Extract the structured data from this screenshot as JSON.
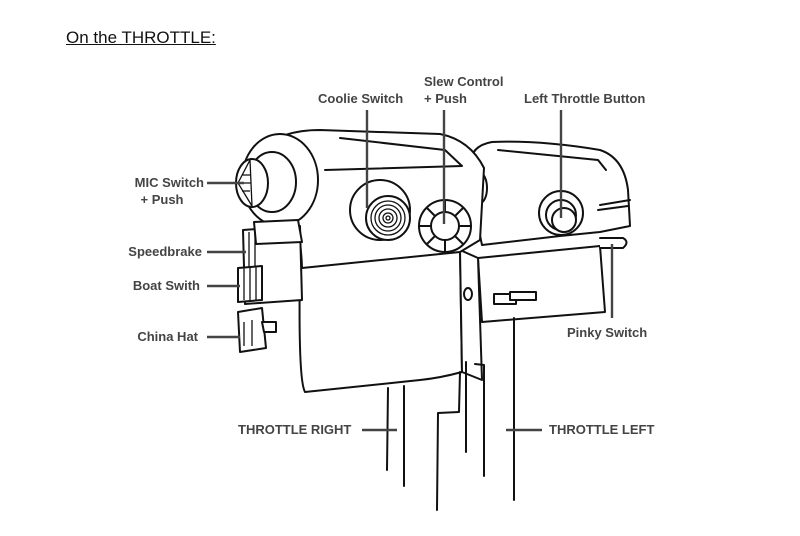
{
  "title": "On the THROTTLE:",
  "labels": {
    "coolie_switch": "Coolie Switch",
    "slew_control_1": "Slew Control",
    "slew_control_2": "+ Push",
    "left_throttle_button": "Left Throttle Button",
    "mic_switch_1": "MIC Switch",
    "mic_switch_2": "+ Push",
    "speedbrake": "Speedbrake",
    "boat_switch": "Boat Swith",
    "china_hat": "China Hat",
    "pinky_switch": "Pinky Switch",
    "throttle_right": "THROTTLE RIGHT",
    "throttle_left": "THROTTLE LEFT"
  }
}
